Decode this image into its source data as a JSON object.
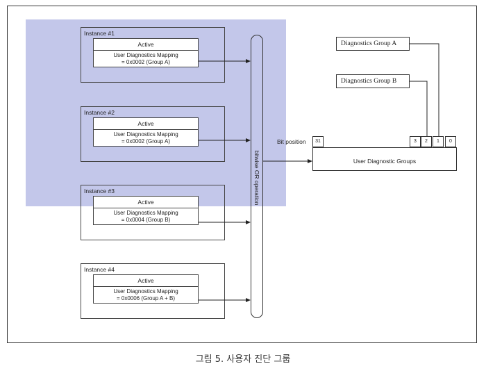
{
  "instances": [
    {
      "title": "Instance #1",
      "active": "Active",
      "mapping_line1": "User Diagnostics Mapping",
      "mapping_line2": "= 0x0002 (Group A)"
    },
    {
      "title": "Instance #2",
      "active": "Active",
      "mapping_line1": "User Diagnostics Mapping",
      "mapping_line2": "= 0x0002 (Group A)"
    },
    {
      "title": "Instance #3",
      "active": "Active",
      "mapping_line1": "User Diagnostics Mapping",
      "mapping_line2": "= 0x0004 (Group B)"
    },
    {
      "title": "Instance #4",
      "active": "Active",
      "mapping_line1": "User Diagnostics Mapping",
      "mapping_line2": "= 0x0006 (Group A + B)"
    }
  ],
  "bus_label": "bitwise OR operation",
  "bit_position_label": "Bit position",
  "bits": {
    "b31": "31",
    "b3": "3",
    "b2": "2",
    "b1": "1",
    "b0": "0"
  },
  "udg_label": "User Diagnostic Groups",
  "diag_group_a": "Diagnostics Group A",
  "diag_group_b": "Diagnostics Group B",
  "caption": "그림 5. 사용자 진단 그룹"
}
